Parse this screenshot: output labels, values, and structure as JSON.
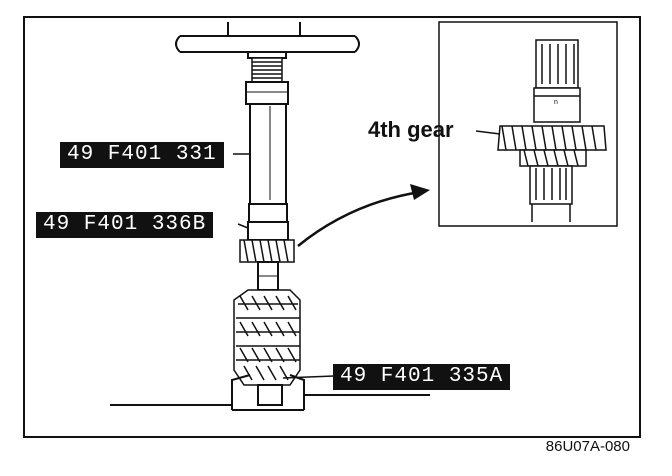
{
  "labels": {
    "tool_331": "49 F401 331",
    "tool_336b": "49 F401 336B",
    "tool_335a": "49 F401 335A",
    "gear": "4th gear"
  },
  "figure_code": "86U07A-080"
}
